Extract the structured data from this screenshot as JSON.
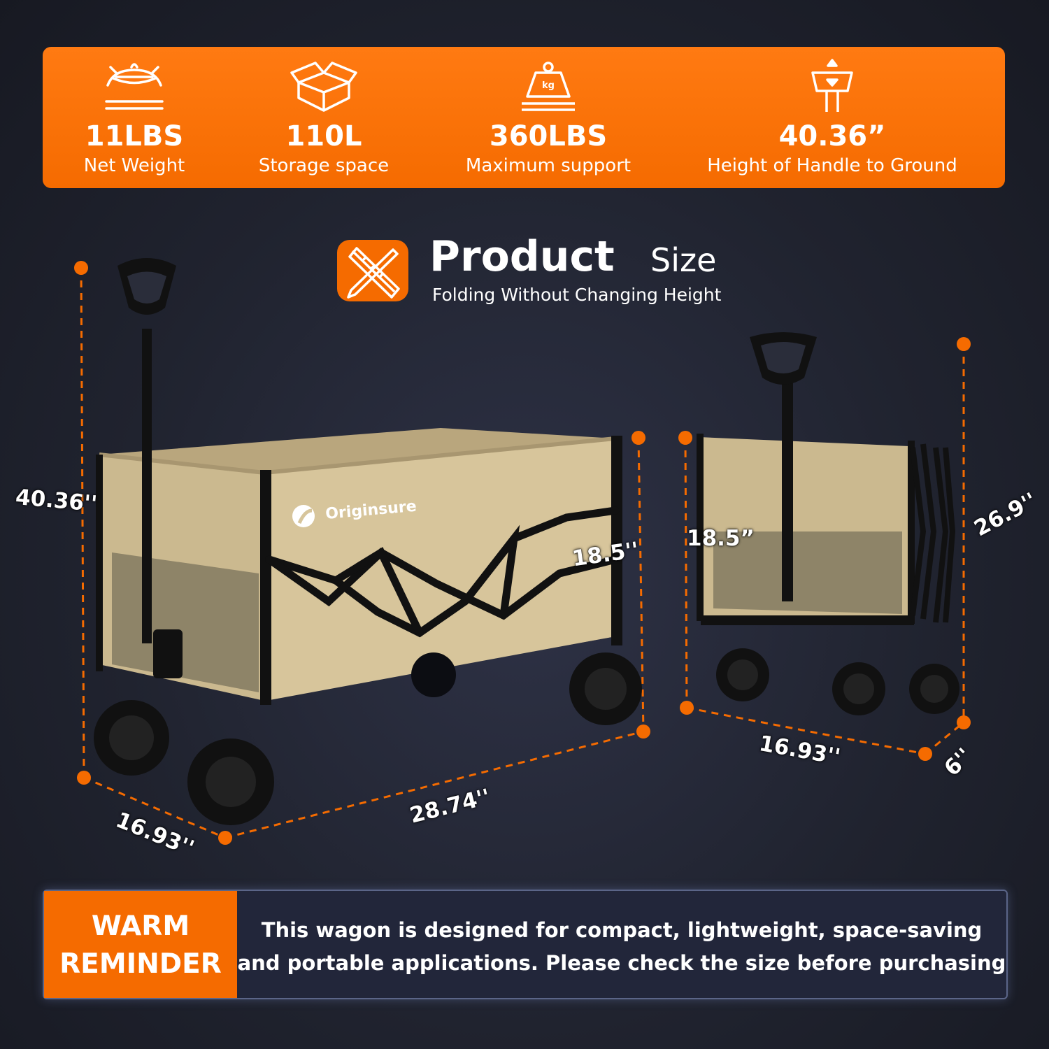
{
  "specs": [
    {
      "icon": "scale-weight-icon",
      "value": "11LBS",
      "label": "Net Weight"
    },
    {
      "icon": "box-icon",
      "value": "110L",
      "label": "Storage space"
    },
    {
      "icon": "kg-weight-icon",
      "value": "360LBS",
      "label": "Maximum support"
    },
    {
      "icon": "handle-height-icon",
      "value": "40.36”",
      "label": "Height of Handle to Ground"
    }
  ],
  "title": {
    "icon": "ruler-pencil-icon",
    "main": "Product",
    "size": "Size",
    "subtitle": "Folding Without Changing Height"
  },
  "brand": "Originsure",
  "dimensions": {
    "open_height": "40.36''",
    "open_depth": "18.5''",
    "open_length": "28.74''",
    "open_width": "16.93''",
    "folded_depth": "18.5”",
    "folded_height": "26.9''",
    "folded_width": "16.93''",
    "folded_thickness": "6''"
  },
  "reminder": {
    "title_line1": "WARM",
    "title_line2": "REMINDER",
    "text_line1": "This wagon is designed for compact, lightweight, space-saving",
    "text_line2": "and portable applications. Please check the size before purchasing"
  },
  "colors": {
    "accent": "#f56b00",
    "background": "#20232f",
    "wagon_fabric": "#c9b78f"
  }
}
